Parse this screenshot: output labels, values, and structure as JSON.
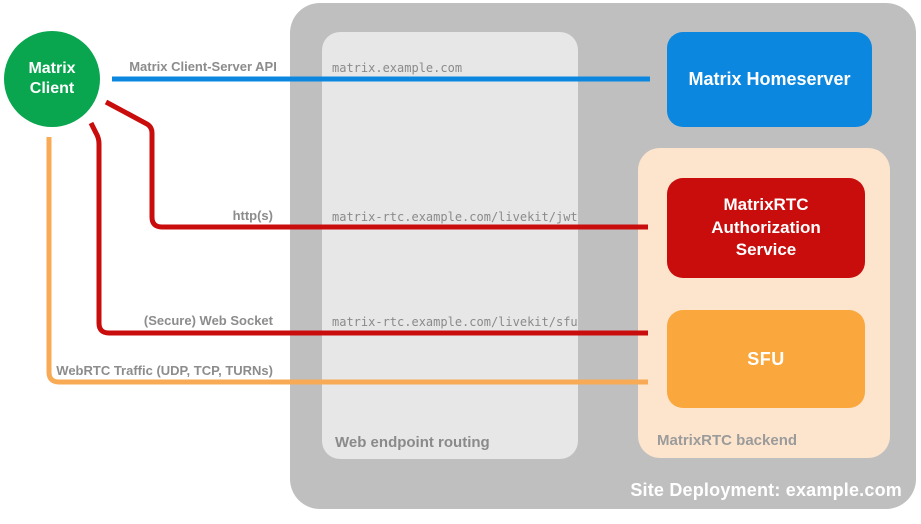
{
  "diagram": {
    "client": {
      "label": "Matrix\nClient"
    },
    "homeserver": {
      "label": "Matrix Homeserver"
    },
    "deployment": {
      "title": "Site Deployment: example.com"
    },
    "routing": {
      "title": "Web endpoint routing",
      "endpoints": [
        "matrix.example.com",
        "matrix-rtc.example.com/livekit/jwt",
        "matrix-rtc.example.com/livekit/sfu"
      ]
    },
    "backend": {
      "title": "MatrixRTC backend",
      "auth_service": {
        "label": "MatrixRTC\nAuthorization\nService"
      },
      "sfu": {
        "label": "SFU"
      }
    },
    "connections": {
      "client_server_api": {
        "label": "Matrix Client-Server API",
        "color": "#0b87e0",
        "style": "bidirectional"
      },
      "https": {
        "label": "http(s)",
        "color": "#c90c0c",
        "style": "bidirectional"
      },
      "websocket": {
        "label": "(Secure) Web Socket",
        "color": "#c90c0c",
        "style": "bidirectional"
      },
      "webrtc": {
        "label": "WebRTC Traffic (UDP, TCP, TURNs)",
        "color": "#f9aa55",
        "style": "bidirectional"
      }
    },
    "colors": {
      "client_green": "#0aa54f",
      "homeserver_blue": "#0b87e0",
      "auth_red": "#c90c0c",
      "sfu_orange": "#faa83e",
      "backend_peach": "#fde5cd",
      "deployment_gray": "#bfbfbf",
      "routing_gray": "#e7e7e7"
    }
  }
}
